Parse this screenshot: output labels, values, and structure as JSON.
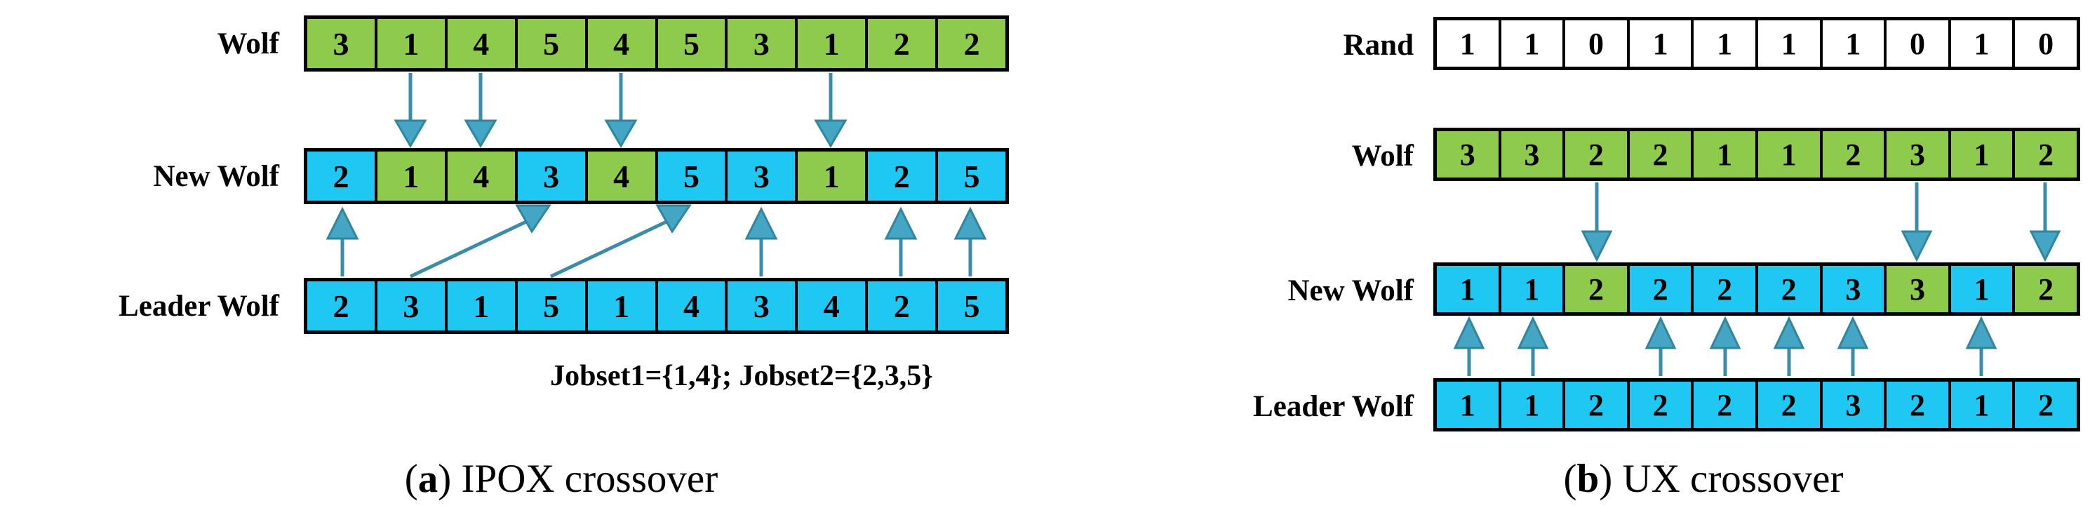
{
  "palette": {
    "wolf_green": "#8ECA4B",
    "leader_blue": "#1EC8F2",
    "rand_white": "#FFFFFF",
    "arrow_line": "#3A8CA8",
    "arrow_fill": "#45A5C5",
    "arrow_head_stroke": "#31859C",
    "cell_border": "#000000"
  },
  "panels": {
    "ipox": {
      "rows": {
        "wolf": {
          "label": "Wolf",
          "cells": [
            "3",
            "1",
            "4",
            "5",
            "4",
            "5",
            "3",
            "1",
            "2",
            "2"
          ],
          "origins": [
            "wolf",
            "wolf",
            "wolf",
            "wolf",
            "wolf",
            "wolf",
            "wolf",
            "wolf",
            "wolf",
            "wolf"
          ]
        },
        "new_wolf": {
          "label": "New Wolf",
          "cells": [
            "2",
            "1",
            "4",
            "3",
            "4",
            "5",
            "3",
            "1",
            "2",
            "5"
          ],
          "origins": [
            "leader",
            "wolf",
            "wolf",
            "leader",
            "wolf",
            "leader",
            "leader",
            "wolf",
            "leader",
            "leader"
          ]
        },
        "leader_wolf": {
          "label": "Leader Wolf",
          "cells": [
            "2",
            "3",
            "1",
            "5",
            "1",
            "4",
            "3",
            "4",
            "2",
            "5"
          ],
          "origins": [
            "leader",
            "leader",
            "leader",
            "leader",
            "leader",
            "leader",
            "leader",
            "leader",
            "leader",
            "leader"
          ]
        }
      },
      "jobset_note": "Jobset1={1,4};  Jobset2={2,3,5}",
      "caption": {
        "open": "(",
        "letter": "a",
        "rest": ") IPOX crossover"
      }
    },
    "ux": {
      "rows": {
        "rand": {
          "label": "Rand",
          "cells": [
            "1",
            "1",
            "0",
            "1",
            "1",
            "1",
            "1",
            "0",
            "1",
            "0"
          ],
          "origins": [
            "rand",
            "rand",
            "rand",
            "rand",
            "rand",
            "rand",
            "rand",
            "rand",
            "rand",
            "rand"
          ]
        },
        "wolf": {
          "label": "Wolf",
          "cells": [
            "3",
            "3",
            "2",
            "2",
            "1",
            "1",
            "2",
            "3",
            "1",
            "2"
          ],
          "origins": [
            "wolf",
            "wolf",
            "wolf",
            "wolf",
            "wolf",
            "wolf",
            "wolf",
            "wolf",
            "wolf",
            "wolf"
          ]
        },
        "new_wolf": {
          "label": "New Wolf",
          "cells": [
            "1",
            "1",
            "2",
            "2",
            "2",
            "2",
            "3",
            "3",
            "1",
            "2"
          ],
          "origins": [
            "leader",
            "leader",
            "wolf",
            "leader",
            "leader",
            "leader",
            "leader",
            "wolf",
            "leader",
            "wolf"
          ]
        },
        "leader_wolf": {
          "label": "Leader Wolf",
          "cells": [
            "1",
            "1",
            "2",
            "2",
            "2",
            "2",
            "3",
            "2",
            "1",
            "2"
          ],
          "origins": [
            "leader",
            "leader",
            "leader",
            "leader",
            "leader",
            "leader",
            "leader",
            "leader",
            "leader",
            "leader"
          ]
        }
      },
      "caption": {
        "open": "(",
        "letter": "b",
        "rest": ") UX crossover"
      }
    }
  }
}
